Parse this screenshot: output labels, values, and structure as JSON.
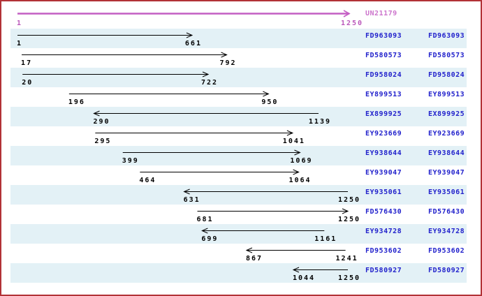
{
  "palette": {
    "frame_border": "#b23236",
    "row_alt_bg": "#e3f1f6",
    "accession_color": "#2222cc",
    "ruler_arrow": "#c45ec4",
    "ruler_text": "#bb58bb",
    "ruler_name": "#cc74cc",
    "arrow_color": "#000000",
    "coord_color": "#000000"
  },
  "chart_data": {
    "type": "interval-arrows",
    "description": "Sequence alignment diagram: reference cluster with aligned EST accessions shown as directional arrows over coordinate range",
    "axis_range": [
      1,
      1250
    ],
    "grid": false,
    "label_columns": 2,
    "reference": {
      "id": "UN21179",
      "start": 1,
      "end": 1250,
      "strand": "+"
    },
    "alignments": [
      {
        "id": "FD963093",
        "start": 1,
        "end": 661,
        "strand": "+"
      },
      {
        "id": "FD580573",
        "start": 17,
        "end": 792,
        "strand": "+"
      },
      {
        "id": "FD958024",
        "start": 20,
        "end": 722,
        "strand": "+"
      },
      {
        "id": "EY899513",
        "start": 196,
        "end": 950,
        "strand": "+"
      },
      {
        "id": "EX899925",
        "start": 290,
        "end": 1139,
        "strand": "-"
      },
      {
        "id": "EY923669",
        "start": 295,
        "end": 1041,
        "strand": "+"
      },
      {
        "id": "EY938644",
        "start": 399,
        "end": 1069,
        "strand": "+"
      },
      {
        "id": "EY939047",
        "start": 464,
        "end": 1064,
        "strand": "+"
      },
      {
        "id": "EY935061",
        "start": 631,
        "end": 1250,
        "strand": "-"
      },
      {
        "id": "FD576430",
        "start": 681,
        "end": 1250,
        "strand": "+"
      },
      {
        "id": "EY934728",
        "start": 699,
        "end": 1161,
        "strand": "-"
      },
      {
        "id": "FD953602",
        "start": 867,
        "end": 1241,
        "strand": "-"
      },
      {
        "id": "FD580927",
        "start": 1044,
        "end": 1250,
        "strand": "-"
      }
    ]
  }
}
